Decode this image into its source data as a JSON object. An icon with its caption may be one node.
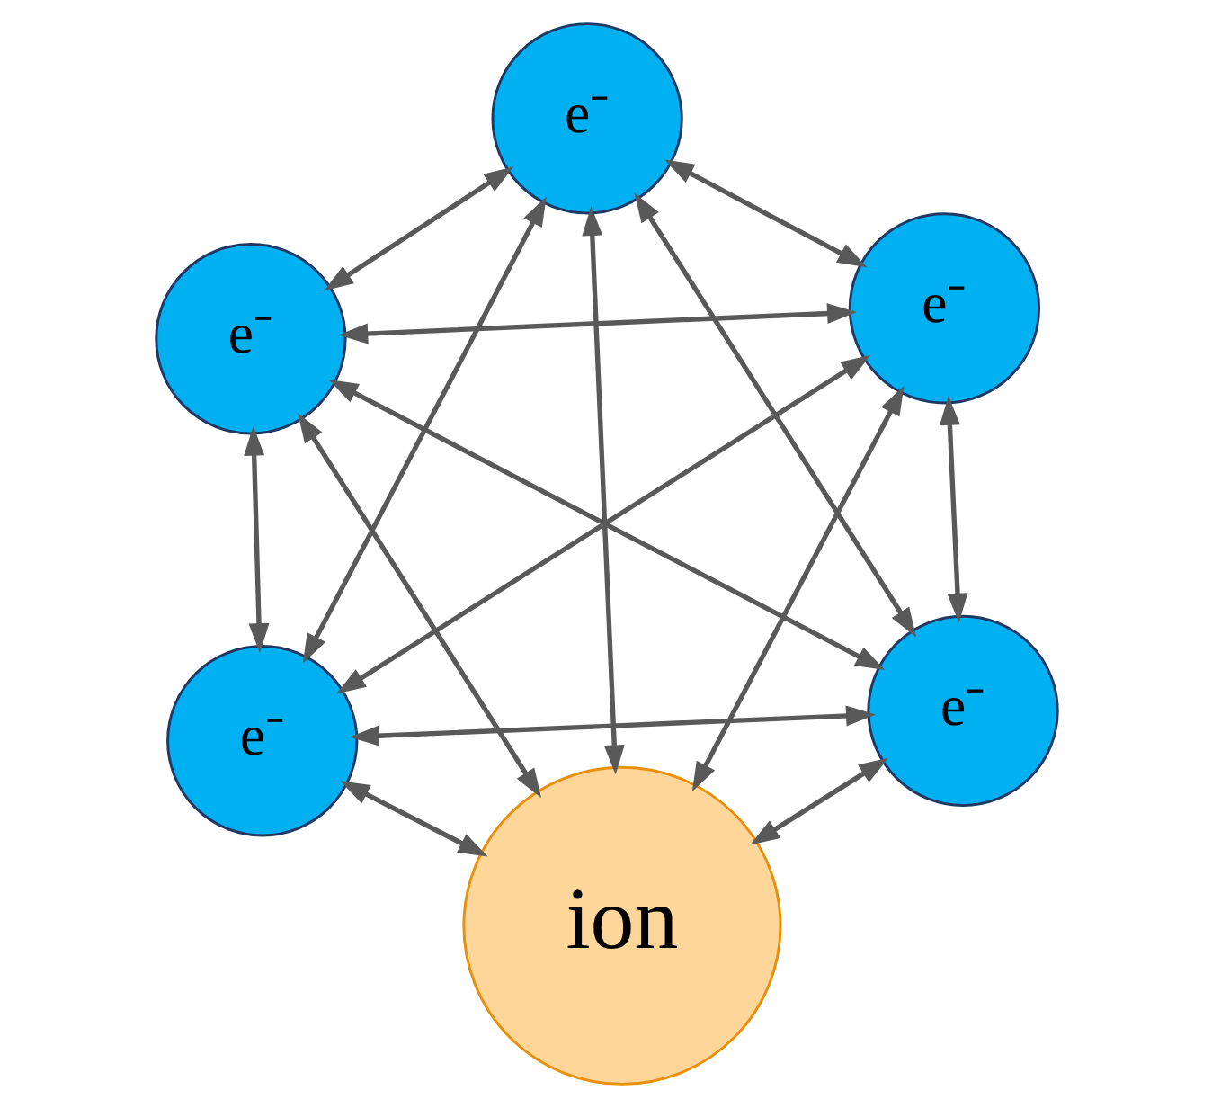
{
  "diagram": {
    "nodes": [
      {
        "text": [
          "e⁻"
        ]
      },
      {
        "text": [
          "e⁻"
        ]
      },
      {
        "text": [
          "ion"
        ]
      },
      {
        "text": [
          "e⁻"
        ]
      },
      {
        "text": [
          "e⁻"
        ]
      },
      {
        "text": [
          "e⁻"
        ]
      }
    ],
    "edges": [
      {
        "from": 0,
        "to": 1,
        "arrow": "both"
      },
      {
        "from": 0,
        "to": 3,
        "arrow": "both"
      },
      {
        "from": 0,
        "to": 4,
        "arrow": "both"
      },
      {
        "from": 0,
        "to": 5,
        "arrow": "both"
      },
      {
        "from": 0,
        "to": 2,
        "arrow": "both"
      },
      {
        "from": 1,
        "to": 3,
        "arrow": "both"
      },
      {
        "from": 1,
        "to": 4,
        "arrow": "both"
      },
      {
        "from": 1,
        "to": 5,
        "arrow": "both"
      },
      {
        "from": 1,
        "to": 2,
        "arrow": "both"
      },
      {
        "from": 3,
        "to": 4,
        "arrow": "both"
      },
      {
        "from": 3,
        "to": 5,
        "arrow": "both"
      },
      {
        "from": 3,
        "to": 2,
        "arrow": "both"
      },
      {
        "from": 4,
        "to": 5,
        "arrow": "both"
      },
      {
        "from": 4,
        "to": 2,
        "arrow": "both"
      },
      {
        "from": 5,
        "to": 2,
        "arrow": "both"
      }
    ]
  }
}
